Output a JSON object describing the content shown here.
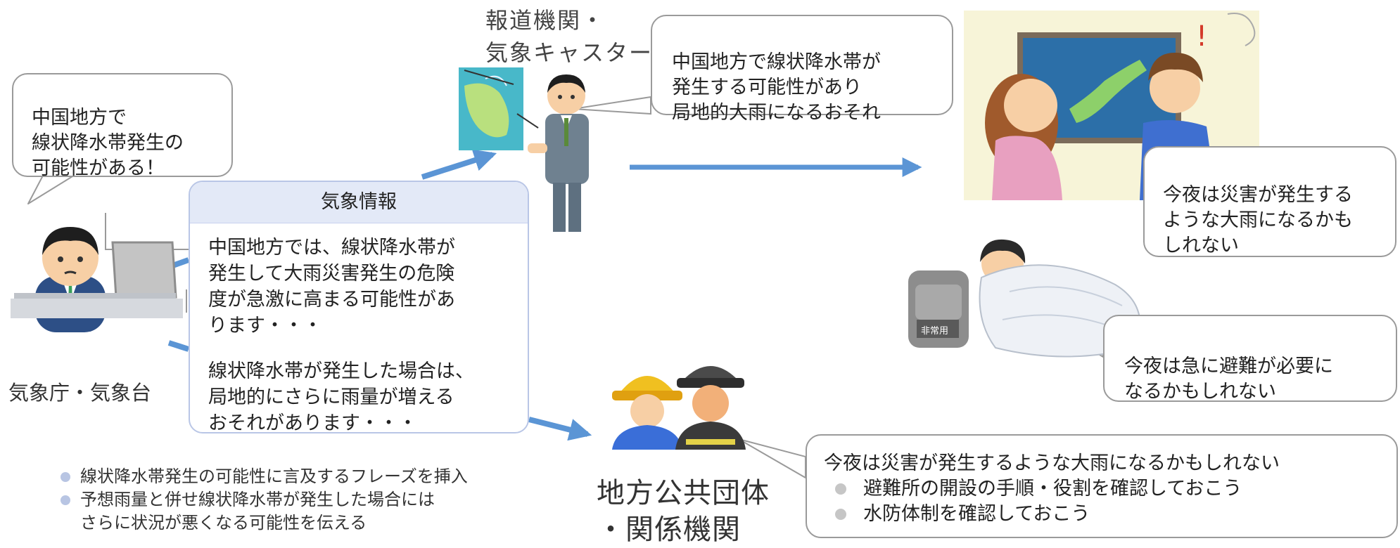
{
  "jma_bubble": "中国地方で\n線状降水帯発生の\n可能性がある！",
  "jma_label": "気象庁・気象台",
  "media_label": "報道機関・\n気象キャスター",
  "media_bubble": "中国地方で線状降水帯が\n発生する可能性があり\n局地的大雨になるおそれ",
  "info_box": {
    "title": "気象情報",
    "para1": "中国地方では、線状降水帯が\n発生して大雨災害発生の危険\n度が急激に高まる可能性があ\nります・・・",
    "para2": "線状降水帯が発生した場合は、\n局地的にさらに雨量が増える\nおそれがあります・・・"
  },
  "notes": [
    "線状降水帯発生の可能性に言及するフレーズを挿入",
    "予想雨量と併せ線状降水帯が発生した場合には\nさらに状況が悪くなる可能性を伝える"
  ],
  "family_bubble": "今夜は災害が発生する\nような大雨になるかも\nしれない",
  "sleep_bubble": "今夜は急に避難が必要に\nなるかもしれない",
  "local_label": "地方公共団体\n・関係機関",
  "local_bubble": {
    "lead": "今夜は災害が発生するような大雨になるかもしれない",
    "items": [
      "避難所の開設の手順・役割を確認しておこう",
      "水防体制を確認しておこう"
    ]
  },
  "bag_text": "非常用",
  "colors": {
    "arrow": "#5b95d5",
    "info_header": "#e3e9f7",
    "bubble_border": "#9a9a9a"
  }
}
